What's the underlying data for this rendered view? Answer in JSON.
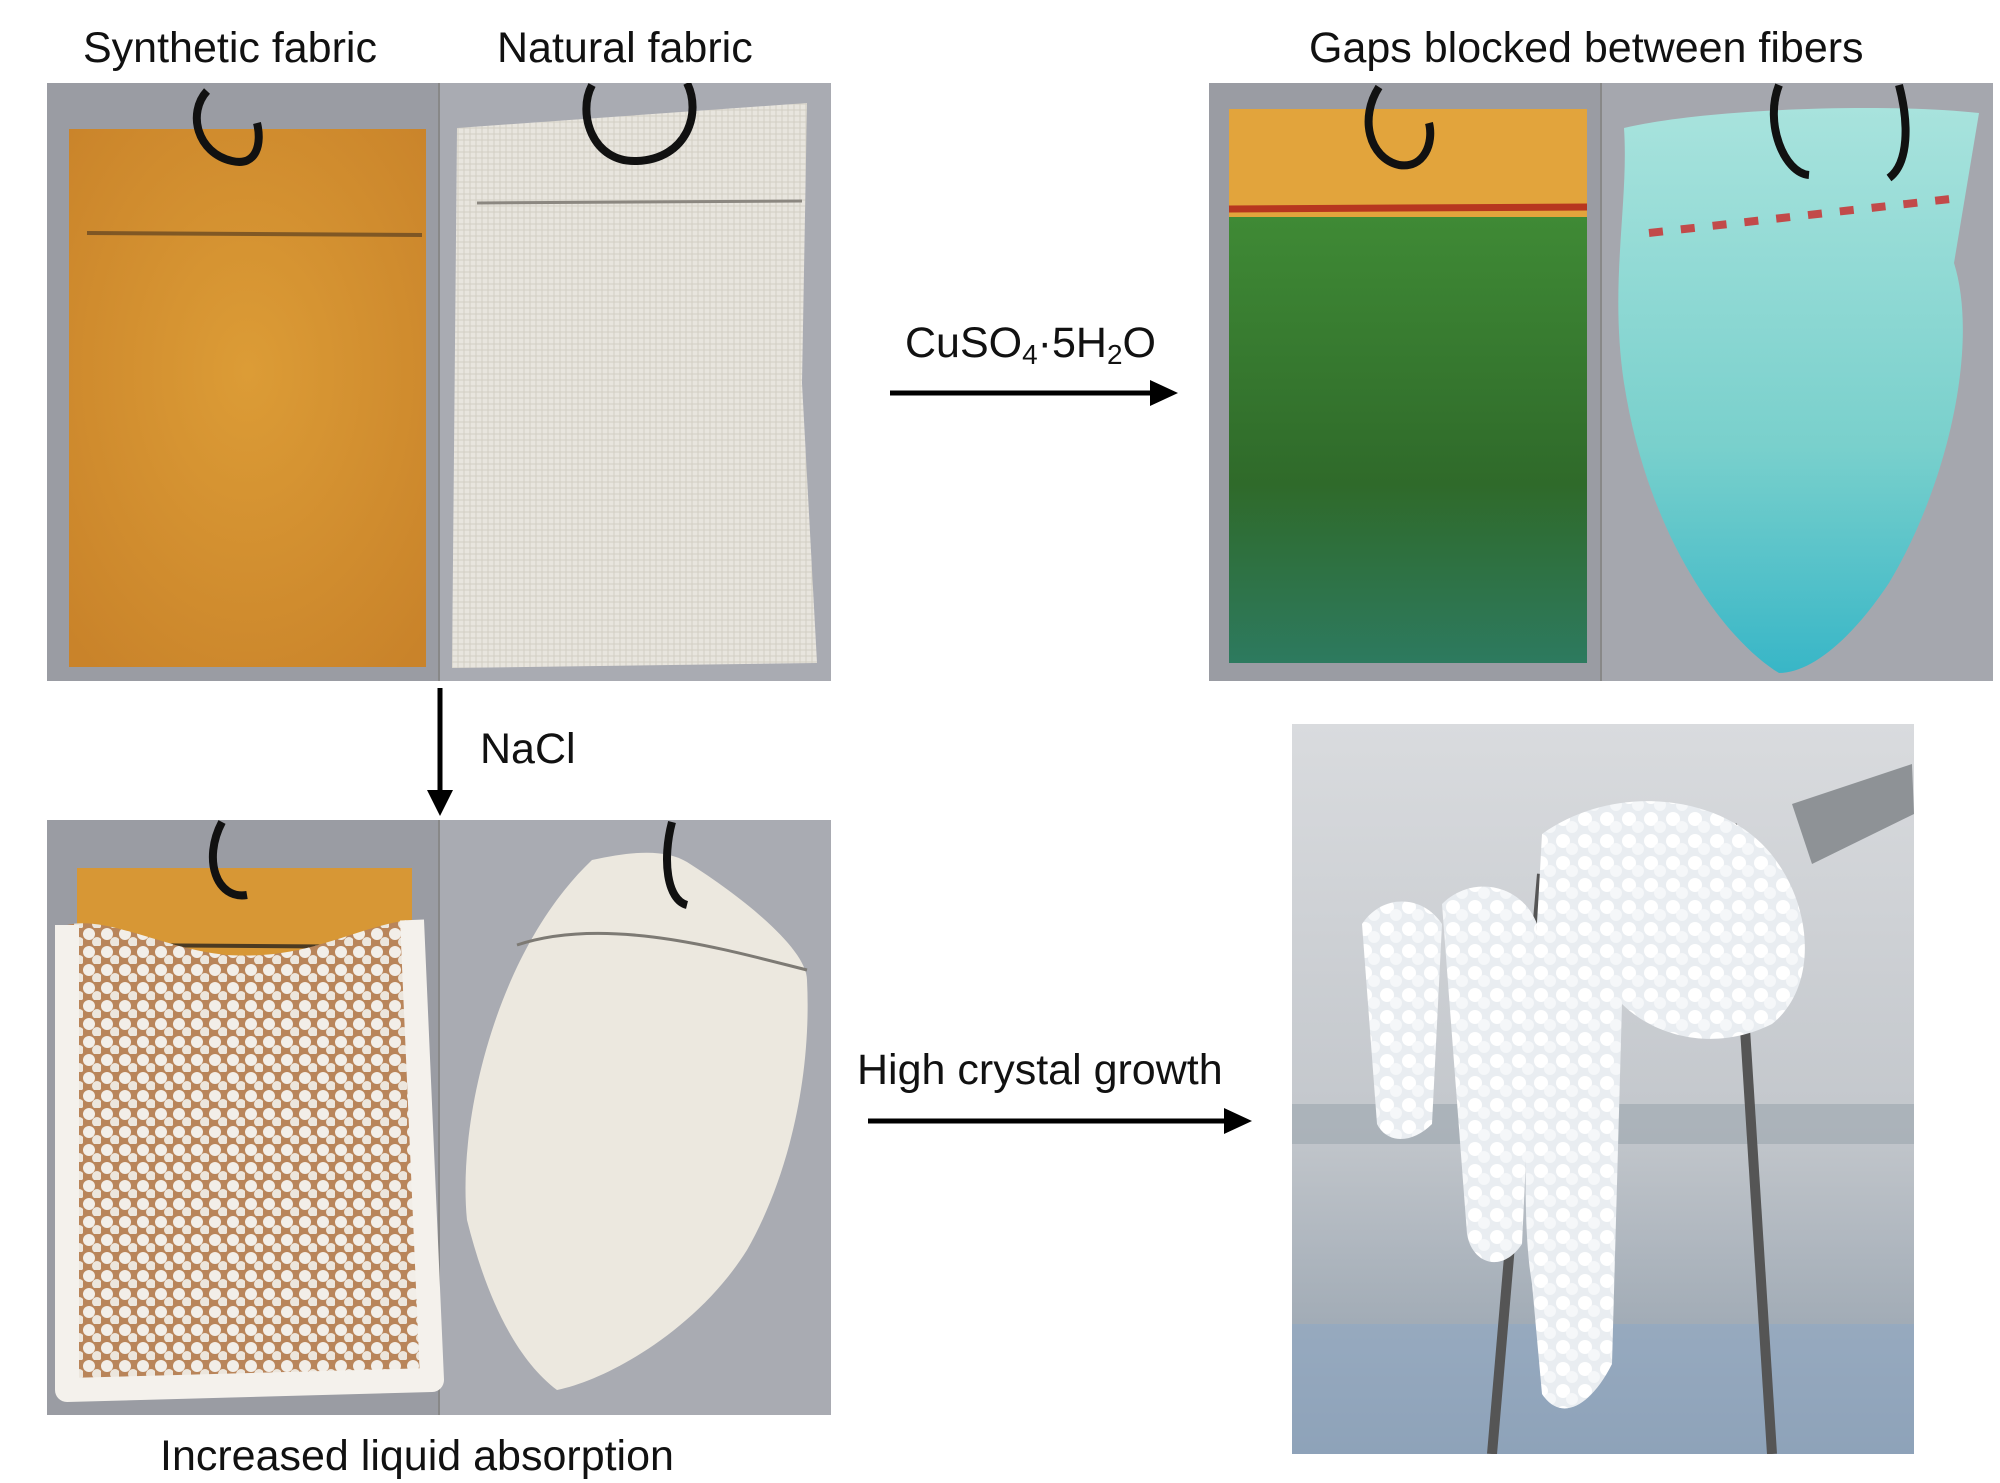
{
  "labels": {
    "synthetic_fabric": "Synthetic fabric",
    "natural_fabric": "Natural fabric",
    "gaps_blocked": "Gaps blocked between fibers",
    "reagent_cuso4_prefix": "CuSO",
    "reagent_cuso4_sub1": "4",
    "reagent_cuso4_mid": "·5H",
    "reagent_cuso4_sub2": "2",
    "reagent_cuso4_suffix": "O",
    "reagent_nacl": "NaCl",
    "high_crystal_growth": "High crystal growth",
    "increased_absorption": "Increased liquid absorption"
  },
  "colors": {
    "background": "#ffffff",
    "photo_backdrop": "#9a9ca3",
    "synthetic_orange": "#d9962e",
    "natural_white": "#e6e3dc",
    "copper_green": "#2f6f2c",
    "copper_cyan": "#6fcfc9",
    "salt_white": "#f4f1ec",
    "arrow": "#000000"
  },
  "icons": {
    "arrow_right": "arrow-right-icon",
    "arrow_down": "arrow-down-icon"
  }
}
